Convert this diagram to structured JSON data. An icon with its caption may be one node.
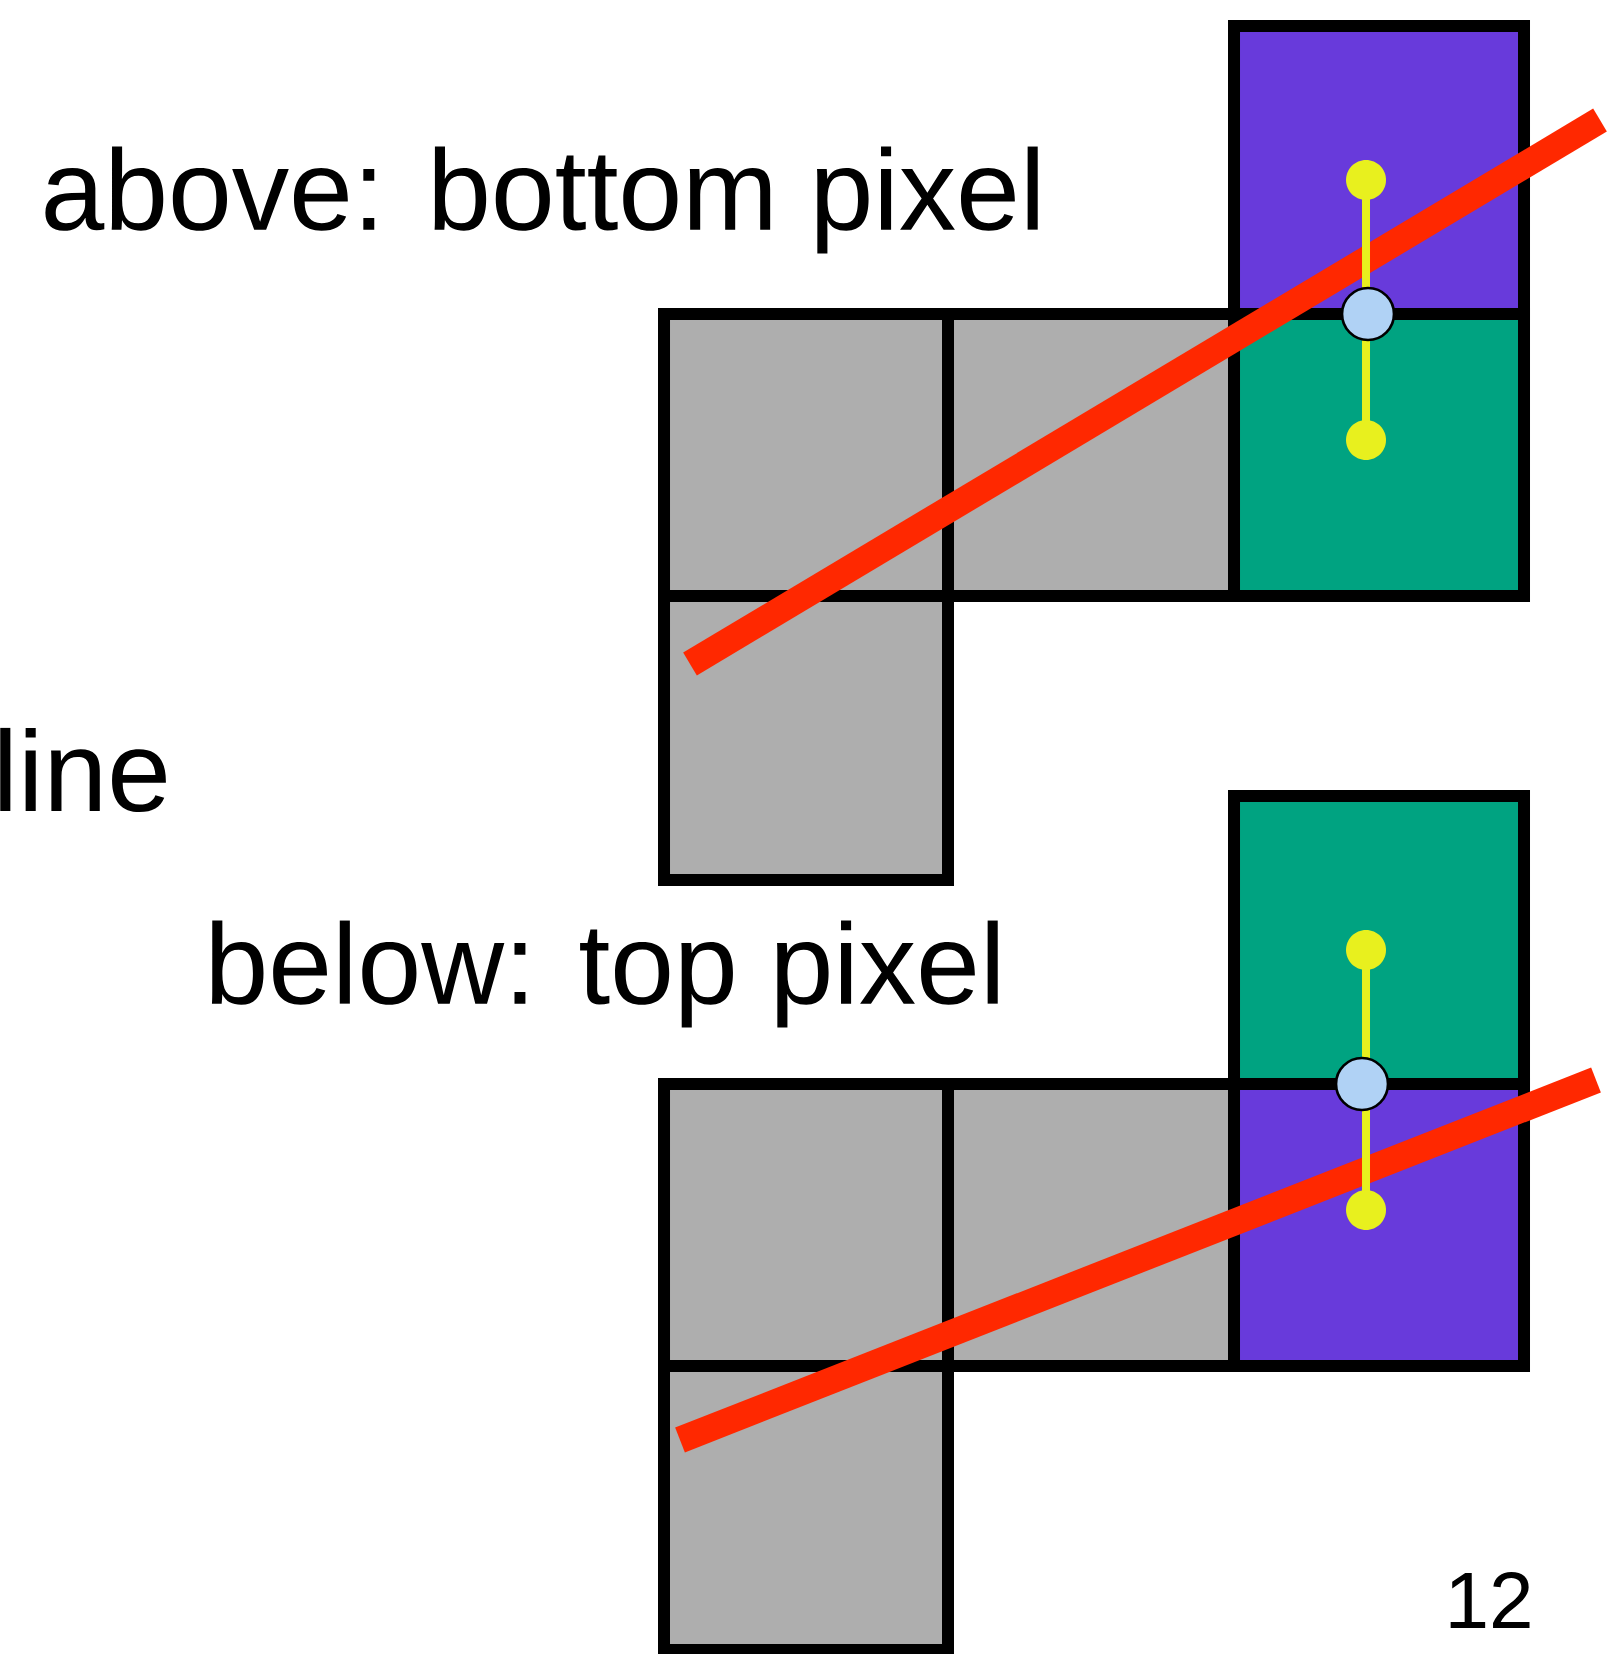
{
  "diagram": {
    "labels": [
      "above: bottom pixel",
      "line",
      "below: top pixel",
      "12"
    ]
  }
}
